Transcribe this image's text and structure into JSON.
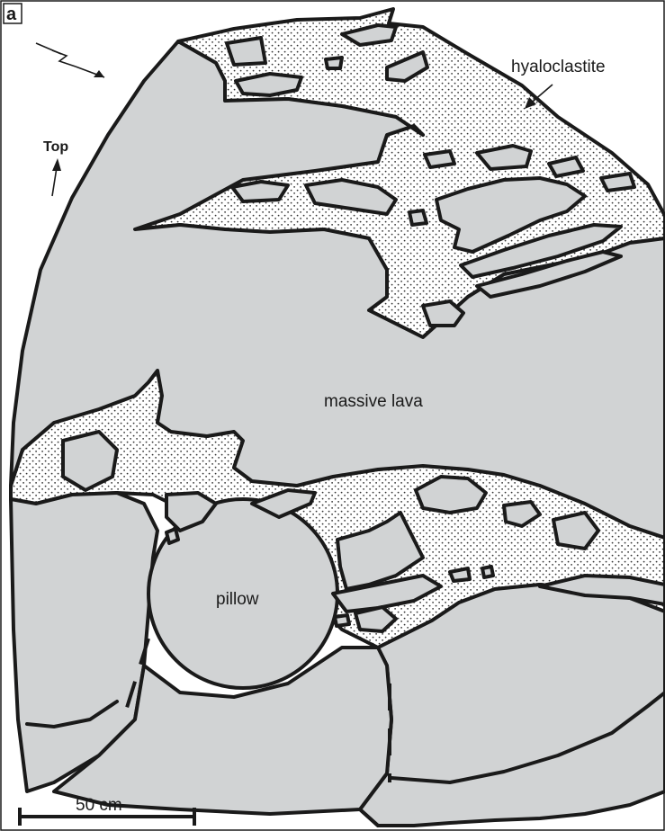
{
  "panel_label": "a",
  "labels": {
    "hyaloclastite": "hyaloclastite",
    "massive_lava": "massive lava",
    "pillow": "pillow",
    "top": "Top",
    "scale": "50 cm"
  },
  "colors": {
    "lava_fill": "#d1d3d4",
    "outline": "#1a1a1a",
    "hyaloclastite_dots": "#333333",
    "background": "#ffffff"
  },
  "icons": {
    "north_arrow": "lightning-arrow-icon",
    "top_arrow": "up-arrow-icon"
  }
}
